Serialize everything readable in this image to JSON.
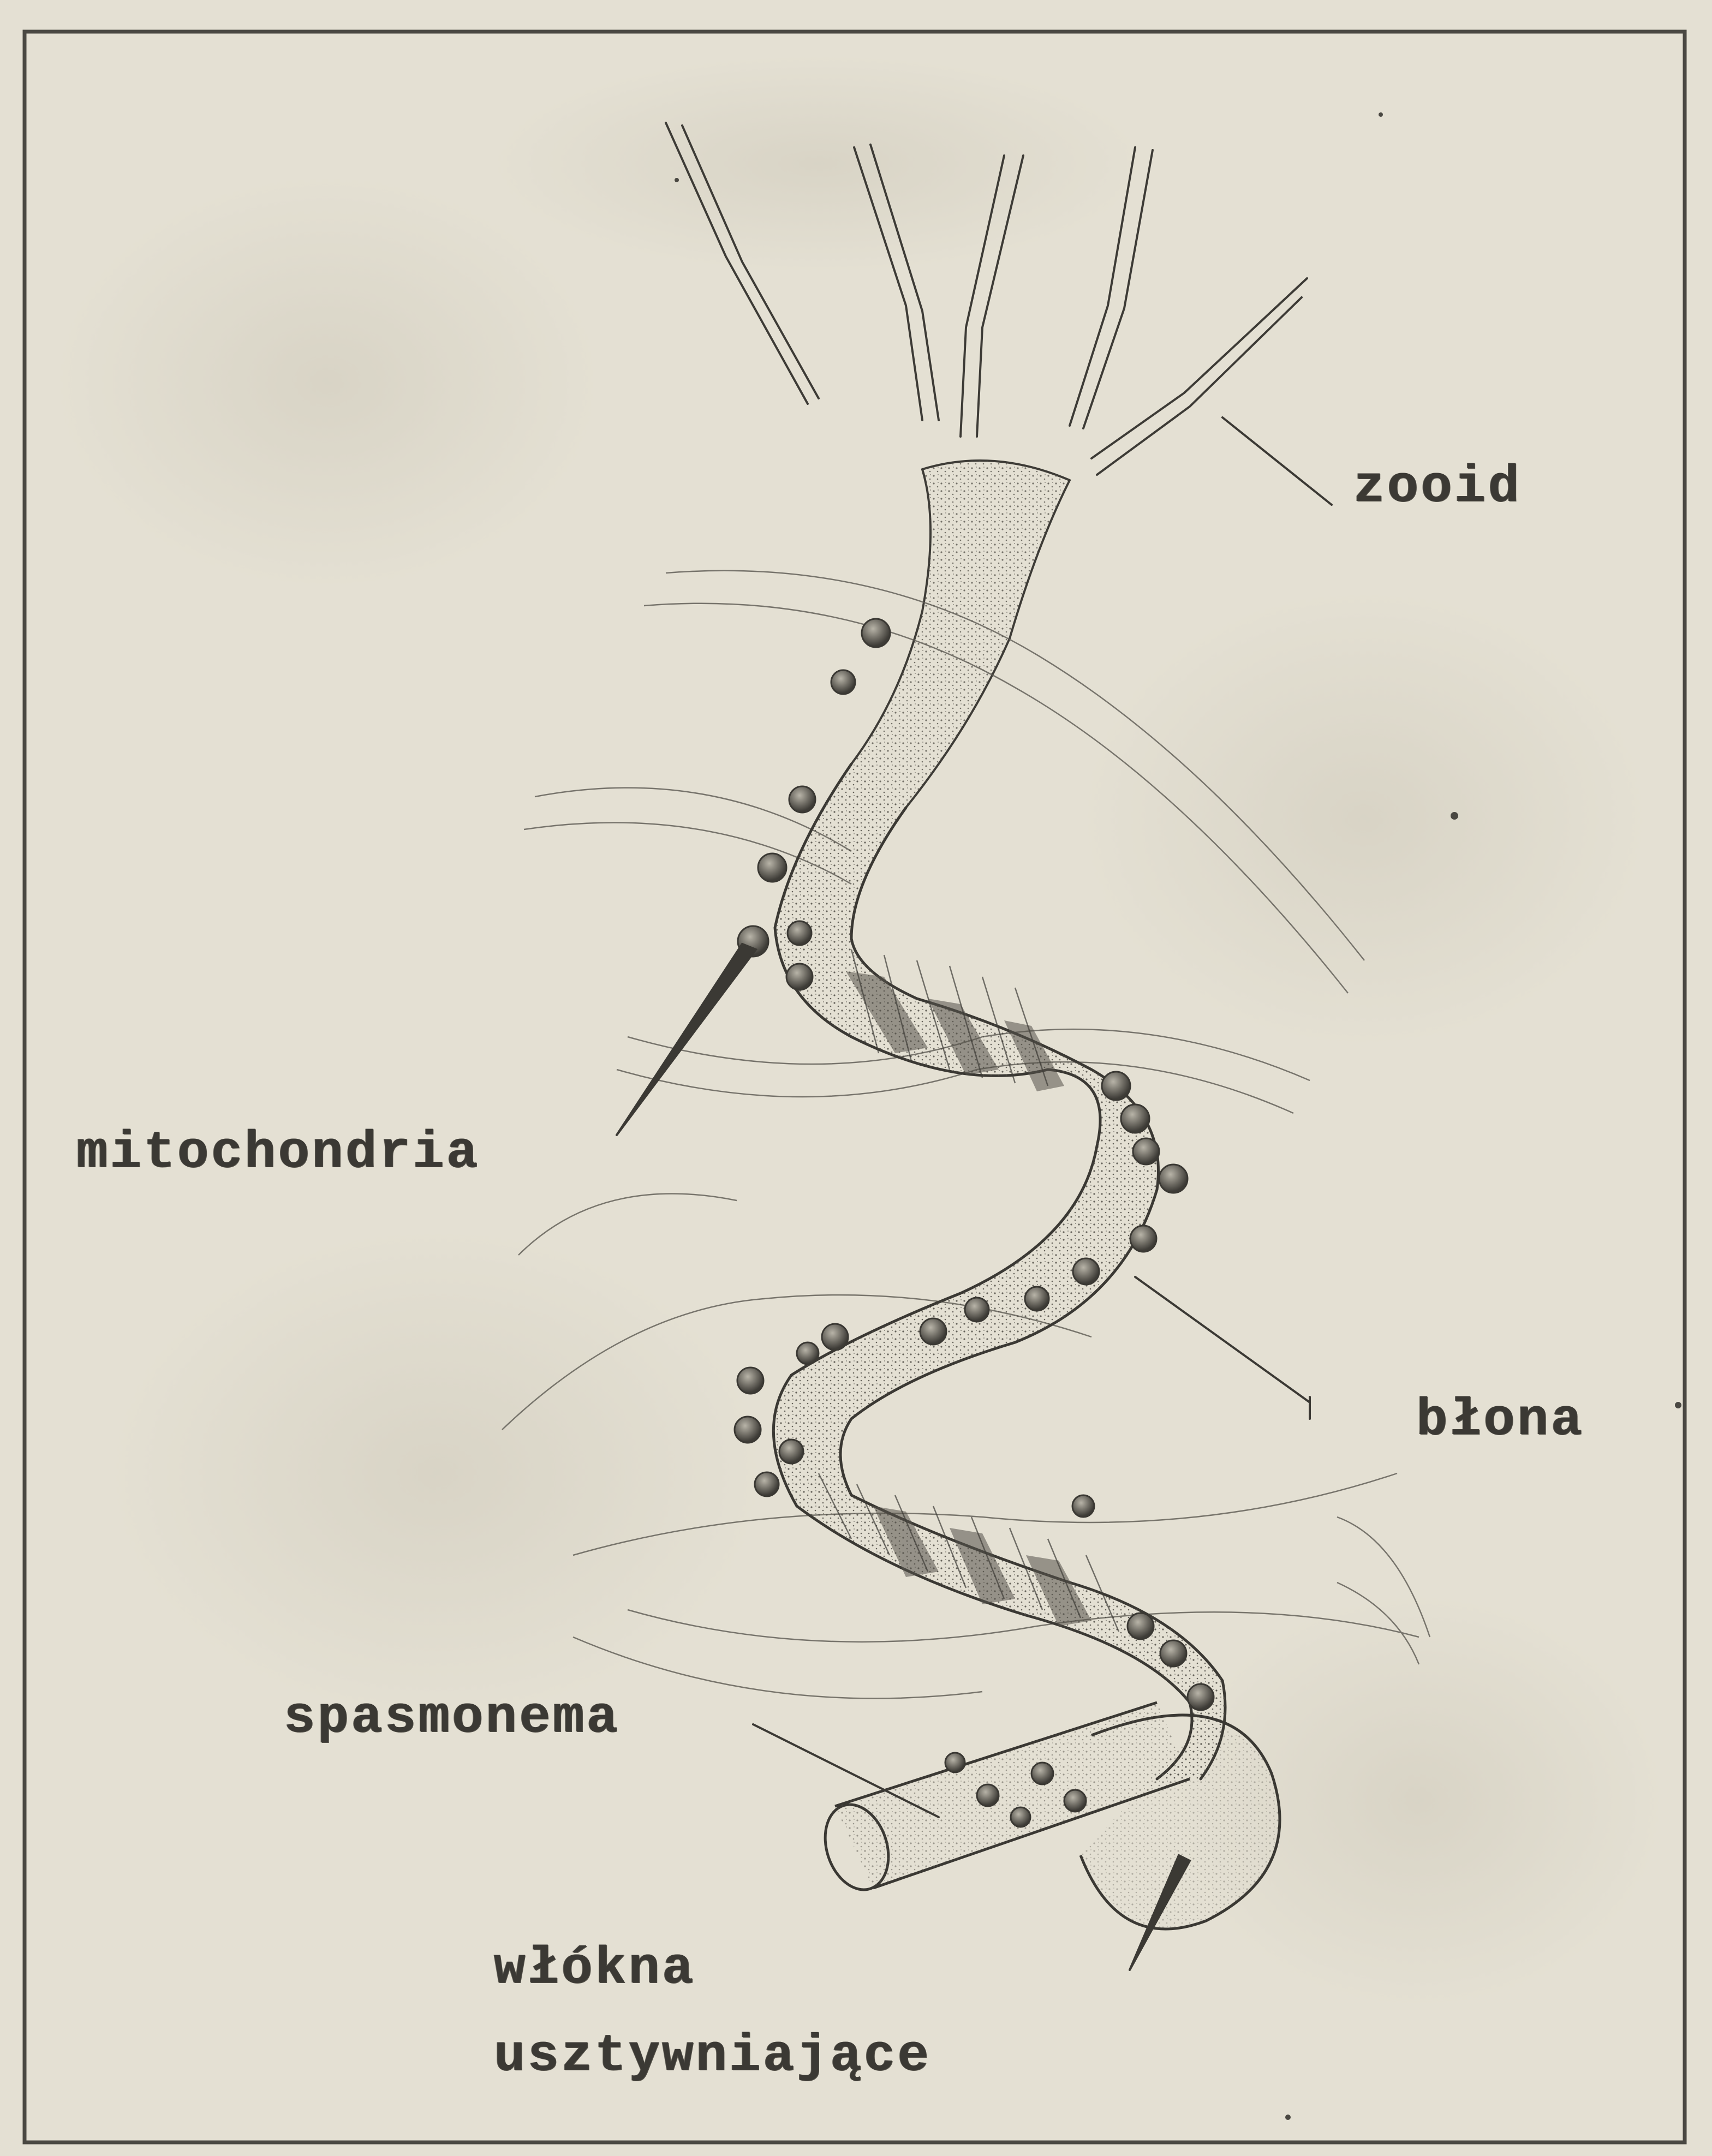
{
  "labels": {
    "zooid": "zooid",
    "mitochondria": "mitochondria",
    "blona": "błona",
    "spasmonema": "spasmonema",
    "wlokna_line1": "włókna",
    "wlokna_line2": "usztywniające"
  },
  "colors": {
    "paper": "#e4e0d3",
    "frame": "#4a4842",
    "ink": "#3b3934",
    "stipple": "#5a5750",
    "mitochondria": "#6e6b63"
  }
}
